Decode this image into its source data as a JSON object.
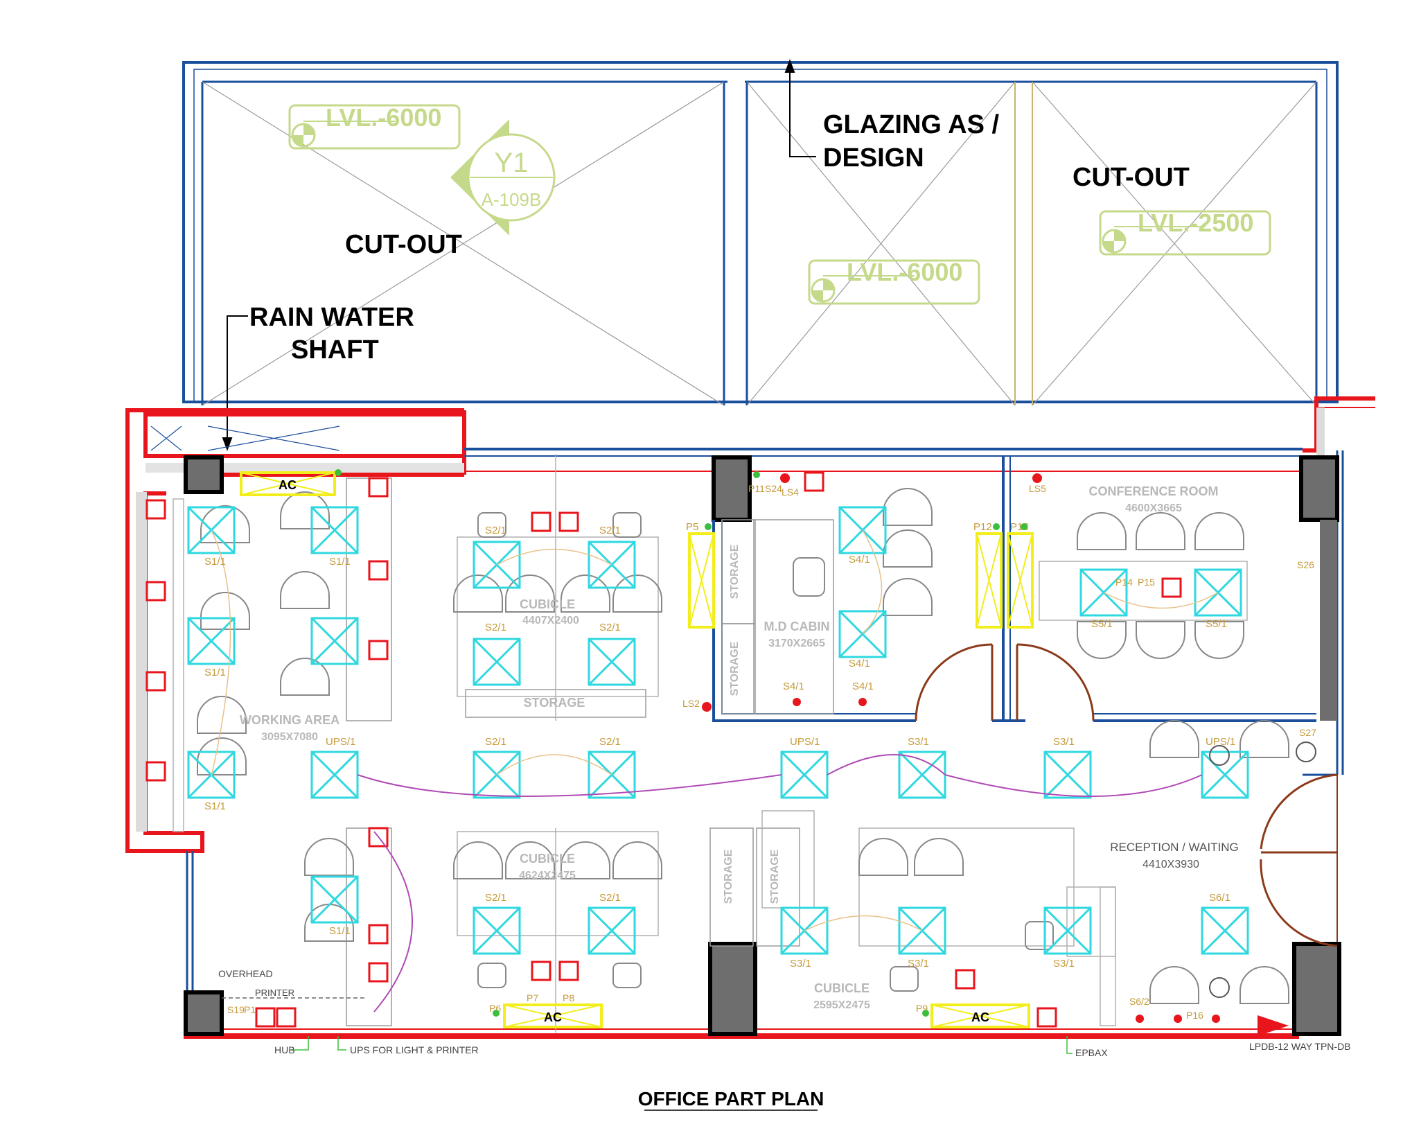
{
  "callouts": {
    "glazing_line1": "GLAZING AS /",
    "glazing_line2": "DESIGN",
    "cutout_left": "CUT-OUT",
    "cutout_right": "CUT-OUT",
    "rain_line1": "RAIN WATER",
    "rain_line2": "SHAFT"
  },
  "levels": {
    "lvl1": "LVL.-6000",
    "lvl2": "LVL.-6000",
    "lvl3": "LVL.-2500"
  },
  "section_marker": {
    "id": "Y1",
    "ref": "A-109B"
  },
  "rooms": {
    "conference_name": "CONFERENCE ROOM",
    "conference_size": "4600X3665",
    "md_cabin_name": "M.D CABIN",
    "md_cabin_size": "3170X2665",
    "working_area_name": "WORKING AREA",
    "working_area_size": "3095X7080",
    "cubicle1_name": "CUBICLE",
    "cubicle1_size": "4407X2400",
    "cubicle2_name": "CUBICLE",
    "cubicle2_size": "4624X2475",
    "cubicle3_name": "CUBICLE",
    "cubicle3_size": "2595X2475",
    "reception_name": "RECEPTION / WAITING",
    "reception_size": "4410X3930",
    "storage": "STORAGE"
  },
  "annotations": {
    "ac": "AC",
    "overhead": "OVERHEAD",
    "printer": "PRINTER",
    "hub": "HUB",
    "ups_light_printer": "UPS FOR LIGHT & PRINTER",
    "epbax": "EPBAX",
    "ldb": "LPDB-12 WAY TPN-DB"
  },
  "fixture_tags": {
    "s11": "S1/1",
    "s21": "S2/1",
    "s31": "S3/1",
    "s41": "S4/1",
    "s51": "S5/1",
    "s61": "S6/1",
    "ups1": "UPS/1",
    "p1": "P1",
    "p5": "P5",
    "p12": "P12",
    "p13": "P13",
    "p14": "P14",
    "p15": "P15",
    "ls2": "LS2",
    "ls4": "LS4",
    "ls5": "LS5",
    "s24": "S24",
    "p11": "P11",
    "s26": "S26",
    "s27": "S27",
    "p16": "P16",
    "s62": "S6/2",
    "s19": "S19",
    "p6": "P6",
    "p9": "P9",
    "p7": "P7",
    "p8": "P8"
  },
  "title": "OFFICE PART PLAN",
  "colors": {
    "wall_red": "#e8151c",
    "glaze_blue": "#1a4f9c",
    "fixture_cyan": "#2fd8e0",
    "level_green": "#c5d98a",
    "door_brown": "#8b3a1a",
    "ac_yellow": "#f2ee1c"
  }
}
